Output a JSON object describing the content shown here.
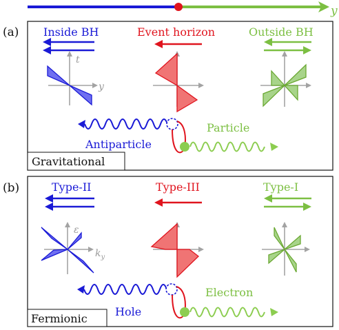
{
  "top_axis": {
    "label": "y",
    "colors": {
      "left": "#1a1ad6",
      "dot": "#e0141e",
      "right": "#7cbf42"
    }
  },
  "panel_a": {
    "tag": "(a)",
    "box_label": "Gravitational",
    "regions": [
      {
        "label": "Inside BH",
        "color": "#1a1ad6"
      },
      {
        "label": "Event horizon",
        "color": "#e0141e"
      },
      {
        "label": "Outside BH",
        "color": "#7cbf42"
      }
    ],
    "axis_labels": {
      "vertical": "t",
      "horizontal": "y"
    },
    "partner_label": "Antiparticle",
    "carrier_label": "Particle"
  },
  "panel_b": {
    "tag": "(b)",
    "box_label": "Fermionic",
    "regions": [
      {
        "label": "Type-II",
        "color": "#1a1ad6"
      },
      {
        "label": "Type-III",
        "color": "#e0141e"
      },
      {
        "label": "Type-I",
        "color": "#7cbf42"
      }
    ],
    "axis_labels": {
      "vertical": "ε",
      "horizontal": "k",
      "horizontal_sub": "y"
    },
    "partner_label": "Hole",
    "carrier_label": "Electron"
  }
}
